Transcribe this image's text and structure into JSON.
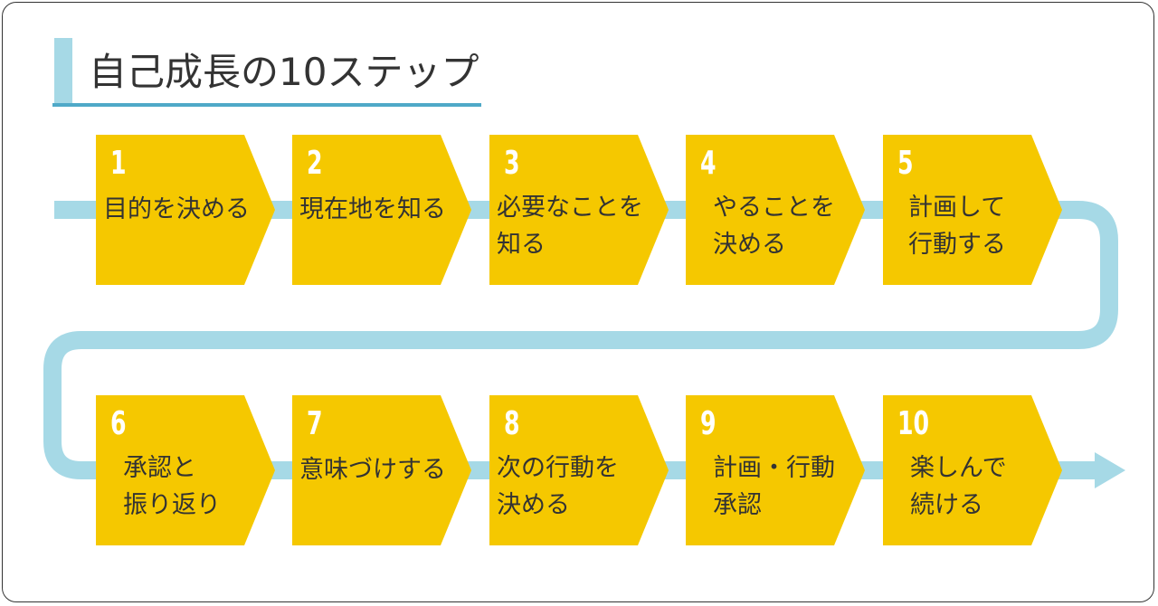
{
  "title": "自己成長の10ステップ",
  "colors": {
    "step_fill": "#f5c800",
    "connector": "#a6d9e6",
    "title_underline": "#4fa9c8",
    "text": "#333333",
    "number": "#ffffff"
  },
  "steps": [
    {
      "number": "1",
      "label": "目的を決める"
    },
    {
      "number": "2",
      "label": "現在地を知る"
    },
    {
      "number": "3",
      "label": "必要なことを\n知る"
    },
    {
      "number": "4",
      "label": "やることを\n決める"
    },
    {
      "number": "5",
      "label": "計画して\n行動する"
    },
    {
      "number": "6",
      "label": "承認と\n振り返り"
    },
    {
      "number": "7",
      "label": "意味づけする"
    },
    {
      "number": "8",
      "label": "次の行動を\n決める"
    },
    {
      "number": "9",
      "label": "計画・行動\n承認"
    },
    {
      "number": "10",
      "label": "楽しんで\n続ける"
    }
  ]
}
